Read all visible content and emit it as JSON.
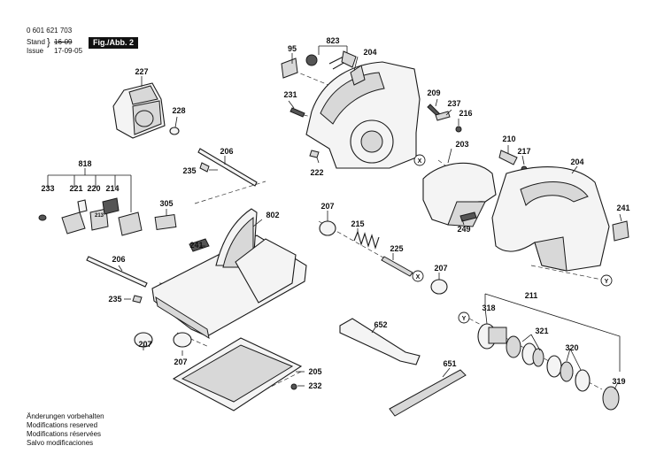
{
  "header": {
    "doc_number": "0 601 621 703",
    "stand_label": "Stand",
    "issue_label": "Issue",
    "stand_value": "16-09",
    "issue_value": "17-09-05",
    "figure_label": "Fig./Abb. 2"
  },
  "notes": [
    "Änderungen vorbehalten",
    "Modifications reserved",
    "Modifications réservées",
    "Salvo modificaciones"
  ],
  "part_labels": {
    "p95": "95",
    "p823": "823",
    "p204a": "204",
    "p231": "231",
    "p209": "209",
    "p237": "237",
    "p216": "216",
    "p227": "227",
    "p228": "228",
    "p206a": "206",
    "p235a": "235",
    "p222": "222",
    "p203": "203",
    "p210": "210",
    "p217": "217",
    "p204b": "204",
    "p818": "818",
    "p233": "233",
    "p221": "221",
    "p220": "220",
    "p214": "214",
    "p213": "213",
    "p305": "305",
    "p802": "802",
    "p207a": "207",
    "p215": "215",
    "p249": "249",
    "p241a": "241",
    "p241b": "241",
    "p225": "225",
    "p206b": "206",
    "p207b": "207",
    "p235b": "235",
    "p207c": "207",
    "p207d": "207",
    "p211": "211",
    "p318": "318",
    "p652": "652",
    "p321": "321",
    "p320": "320",
    "p205": "205",
    "p232": "232",
    "p651": "651",
    "p319": "319"
  },
  "ref_markers": {
    "x": "X",
    "y": "Y"
  },
  "colors": {
    "ink": "#111111",
    "part_fill": "#f4f4f4",
    "part_shade": "#d8d8d8",
    "badge_bg": "#111111"
  }
}
